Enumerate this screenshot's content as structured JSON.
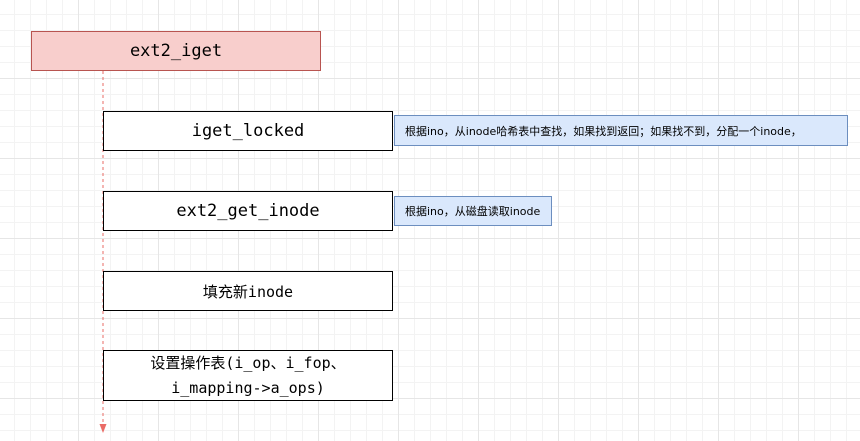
{
  "title": "ext2_iget",
  "steps": [
    {
      "label": "iget_locked"
    },
    {
      "label": "ext2_get_inode"
    },
    {
      "label": "填充新inode"
    },
    {
      "label_line1": "设置操作表(i_op、i_fop、",
      "label_line2": "i_mapping->a_ops)"
    }
  ],
  "notes": [
    {
      "text": "根据ino，从inode哈希表中查找，如果找到返回；如果找不到，分配一个inode，"
    },
    {
      "text": "根据ino，从磁盘读取inode"
    }
  ],
  "colors": {
    "title_fill": "#f8cecc",
    "title_border": "#b85450",
    "note_fill": "#dae8fc",
    "note_border": "#6c8ebf",
    "lifeline": "#ea6b66"
  }
}
